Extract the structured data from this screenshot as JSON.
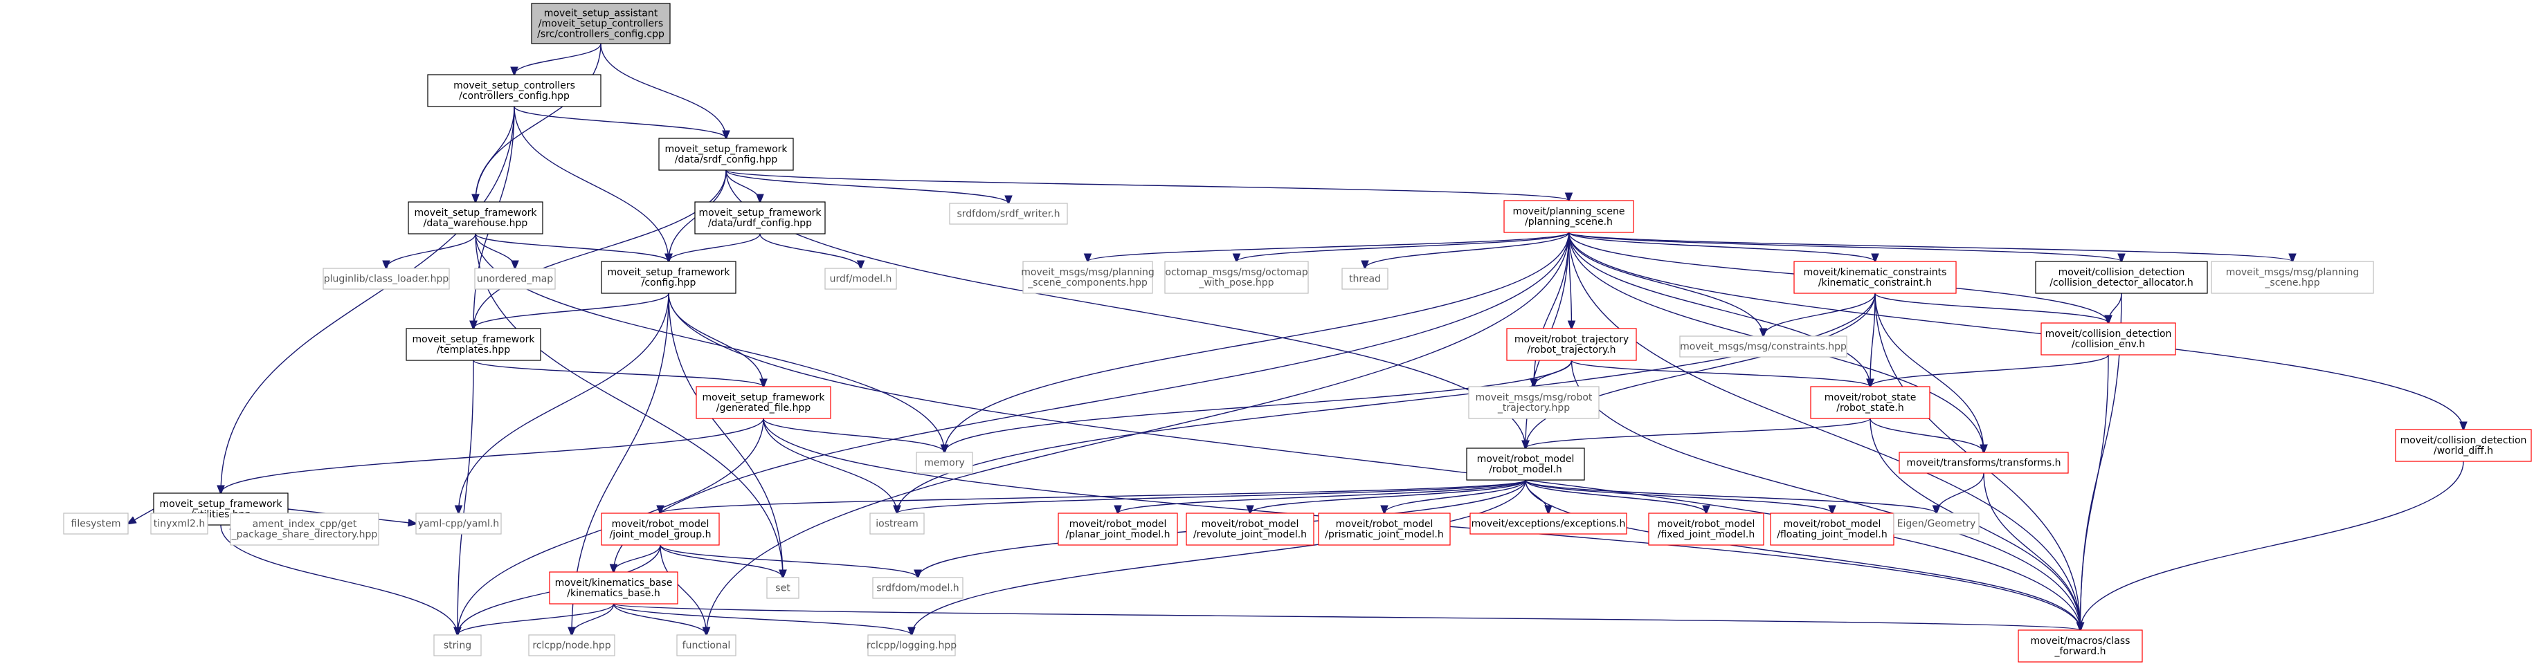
{
  "colors": {
    "edge": "#191970",
    "red_border": "#ff0000",
    "gray_border": "#bfbfbf",
    "root_fill": "#bfbfbf"
  },
  "nodes": [
    {
      "id": "root",
      "lines": [
        "moveit_setup_assistant",
        "/moveit_setup_controllers",
        "/src/controllers_config.cpp"
      ],
      "style": "root"
    },
    {
      "id": "cc",
      "lines": [
        "moveit_setup_controllers",
        "/controllers_config.hpp"
      ],
      "style": "black"
    },
    {
      "id": "srdf",
      "lines": [
        "moveit_setup_framework",
        "/data/srdf_config.hpp"
      ],
      "style": "black"
    },
    {
      "id": "dw",
      "lines": [
        "moveit_setup_framework",
        "/data_warehouse.hpp"
      ],
      "style": "black"
    },
    {
      "id": "urdf",
      "lines": [
        "moveit_setup_framework",
        "/data/urdf_config.hpp"
      ],
      "style": "black"
    },
    {
      "id": "config",
      "lines": [
        "moveit_setup_framework",
        "/config.hpp"
      ],
      "style": "black"
    },
    {
      "id": "templates",
      "lines": [
        "moveit_setup_framework",
        "/templates.hpp"
      ],
      "style": "black"
    },
    {
      "id": "util",
      "lines": [
        "moveit_setup_framework",
        "/utilities.hpp"
      ],
      "style": "black"
    },
    {
      "id": "genfile",
      "lines": [
        "moveit_setup_framework",
        "/generated_file.hpp"
      ],
      "style": "red"
    },
    {
      "id": "pluginlib",
      "lines": [
        "pluginlib/class_loader.hpp"
      ],
      "style": "gray"
    },
    {
      "id": "unordered_map",
      "lines": [
        "unordered_map"
      ],
      "style": "gray"
    },
    {
      "id": "srdfwriter",
      "lines": [
        "srdfdom/srdf_writer.h"
      ],
      "style": "gray"
    },
    {
      "id": "urdfmodel",
      "lines": [
        "urdf/model.h"
      ],
      "style": "gray"
    },
    {
      "id": "ps",
      "lines": [
        "moveit/planning_scene",
        "/planning_scene.h"
      ],
      "style": "red"
    },
    {
      "id": "psc",
      "lines": [
        "moveit_msgs/msg/planning",
        "_scene_components.hpp"
      ],
      "style": "gray"
    },
    {
      "id": "octomap",
      "lines": [
        "octomap_msgs/msg/octomap",
        "_with_pose.hpp"
      ],
      "style": "gray"
    },
    {
      "id": "thread",
      "lines": [
        "thread"
      ],
      "style": "gray"
    },
    {
      "id": "kc",
      "lines": [
        "moveit/kinematic_constraints",
        "/kinematic_constraint.h"
      ],
      "style": "red"
    },
    {
      "id": "cda",
      "lines": [
        "moveit/collision_detection",
        "/collision_detector_allocator.h"
      ],
      "style": "black"
    },
    {
      "id": "psmsg",
      "lines": [
        "moveit_msgs/msg/planning",
        "_scene.hpp"
      ],
      "style": "gray"
    },
    {
      "id": "rt",
      "lines": [
        "moveit/robot_trajectory",
        "/robot_trajectory.h"
      ],
      "style": "red"
    },
    {
      "id": "constraints",
      "lines": [
        "moveit_msgs/msg/constraints.hpp"
      ],
      "style": "gray"
    },
    {
      "id": "ce",
      "lines": [
        "moveit/collision_detection",
        "/collision_env.h"
      ],
      "style": "red"
    },
    {
      "id": "wd",
      "lines": [
        "moveit/collision_detection",
        "/world_diff.h"
      ],
      "style": "red"
    },
    {
      "id": "rtmsg",
      "lines": [
        "moveit_msgs/msg/robot",
        "_trajectory.hpp"
      ],
      "style": "gray"
    },
    {
      "id": "rs",
      "lines": [
        "moveit/robot_state",
        "/robot_state.h"
      ],
      "style": "red"
    },
    {
      "id": "memory",
      "lines": [
        "memory"
      ],
      "style": "gray"
    },
    {
      "id": "tf",
      "lines": [
        "moveit/transforms/transforms.h"
      ],
      "style": "red"
    },
    {
      "id": "rm",
      "lines": [
        "moveit/robot_model",
        "/robot_model.h"
      ],
      "style": "black"
    },
    {
      "id": "filesystem",
      "lines": [
        "filesystem"
      ],
      "style": "gray"
    },
    {
      "id": "tinyxml",
      "lines": [
        "tinyxml2.h"
      ],
      "style": "gray"
    },
    {
      "id": "ament",
      "lines": [
        "ament_index_cpp/get",
        "_package_share_directory.hpp"
      ],
      "style": "gray"
    },
    {
      "id": "yaml",
      "lines": [
        "yaml-cpp/yaml.h"
      ],
      "style": "gray"
    },
    {
      "id": "jmg",
      "lines": [
        "moveit/robot_model",
        "/joint_model_group.h"
      ],
      "style": "red"
    },
    {
      "id": "iostream",
      "lines": [
        "iostream"
      ],
      "style": "gray"
    },
    {
      "id": "pjm",
      "lines": [
        "moveit/robot_model",
        "/planar_joint_model.h"
      ],
      "style": "red"
    },
    {
      "id": "rjm",
      "lines": [
        "moveit/robot_model",
        "/revolute_joint_model.h"
      ],
      "style": "red"
    },
    {
      "id": "prjm",
      "lines": [
        "moveit/robot_model",
        "/prismatic_joint_model.h"
      ],
      "style": "red"
    },
    {
      "id": "exc",
      "lines": [
        "moveit/exceptions/exceptions.h"
      ],
      "style": "red"
    },
    {
      "id": "fjm",
      "lines": [
        "moveit/robot_model",
        "/fixed_joint_model.h"
      ],
      "style": "red"
    },
    {
      "id": "fljm",
      "lines": [
        "moveit/robot_model",
        "/floating_joint_model.h"
      ],
      "style": "red"
    },
    {
      "id": "eigen",
      "lines": [
        "Eigen/Geometry"
      ],
      "style": "gray"
    },
    {
      "id": "set",
      "lines": [
        "set"
      ],
      "style": "gray"
    },
    {
      "id": "srdfmodel",
      "lines": [
        "srdfdom/model.h"
      ],
      "style": "gray"
    },
    {
      "id": "kb",
      "lines": [
        "moveit/kinematics_base",
        "/kinematics_base.h"
      ],
      "style": "red"
    },
    {
      "id": "string",
      "lines": [
        "string"
      ],
      "style": "gray"
    },
    {
      "id": "nodehpp",
      "lines": [
        "rclcpp/node.hpp"
      ],
      "style": "gray"
    },
    {
      "id": "functional",
      "lines": [
        "functional"
      ],
      "style": "gray"
    },
    {
      "id": "logging",
      "lines": [
        "rclcpp/logging.hpp"
      ],
      "style": "gray"
    },
    {
      "id": "cf",
      "lines": [
        "moveit/macros/class",
        "_forward.h"
      ],
      "style": "red"
    }
  ]
}
